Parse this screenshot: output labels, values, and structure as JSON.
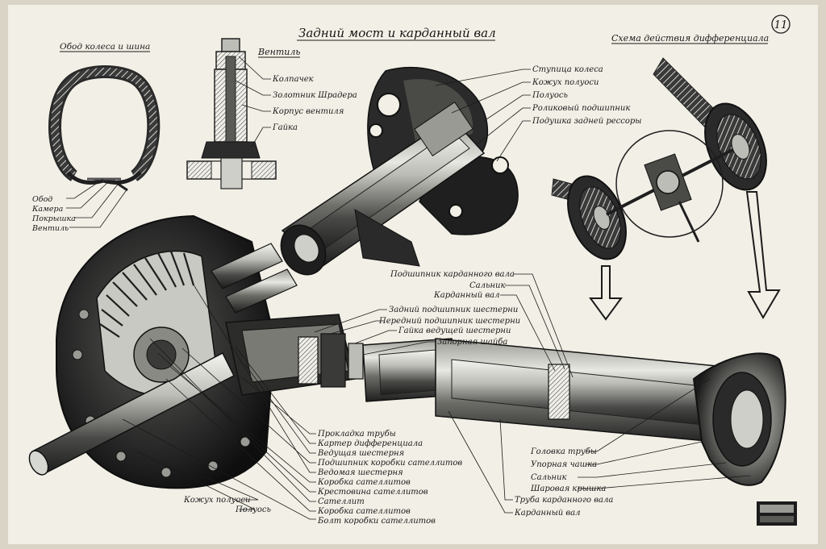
{
  "header": {
    "title": "Задний мост и карданный вал",
    "page_number": "11",
    "schema_title": "Схема действия дифференциала"
  },
  "tire_section": {
    "title": "Обод колеса и шина",
    "labels": [
      "Обод",
      "Камера",
      "Покрышка",
      "Вентиль"
    ]
  },
  "valve_section": {
    "title": "Вентиль",
    "labels": [
      "Колпачек",
      "Золотник Шрадера",
      "Корпус вентиля",
      "Гайка"
    ]
  },
  "hub_section": {
    "labels": [
      "Ступица колеса",
      "Кожух полуоси",
      "Полуось",
      "Роликовый подшипник",
      "Подушка задней рессоры"
    ]
  },
  "shaft_top_labels": [
    "Подшипник карданного вала",
    "Сальник",
    "Карданный вал"
  ],
  "pinion_labels": [
    "Задний подшипник шестерни",
    "Передний подшипник шестерни",
    "Гайка ведущей шестерни",
    "Запорная шайба"
  ],
  "differential_labels": [
    "Прокладка трубы",
    "Картер дифференциала",
    "Ведущая шестерня",
    "Подшипник коробки сателлитов",
    "Ведомая шестерня",
    "Коробка сателлитов",
    "Крестовина сателлитов",
    "Сателлит",
    "Коробка сателлитов",
    "Болт коробки сателлитов"
  ],
  "axle_labels": [
    "Кожух полуоси",
    "Полуось"
  ],
  "tube_end_labels": [
    "Головка трубы",
    "Упорная чашка",
    "Сальник",
    "Шаровая крышка"
  ],
  "tube_bottom_labels": [
    "Труба карданного вала",
    "Карданный вал"
  ],
  "colors": {
    "paper": "#f2efe6",
    "ink": "#1b1b1b",
    "metal_dark": "#2a2a2a",
    "metal_light": "#c9c9c3",
    "border": "#d9d4c6"
  }
}
